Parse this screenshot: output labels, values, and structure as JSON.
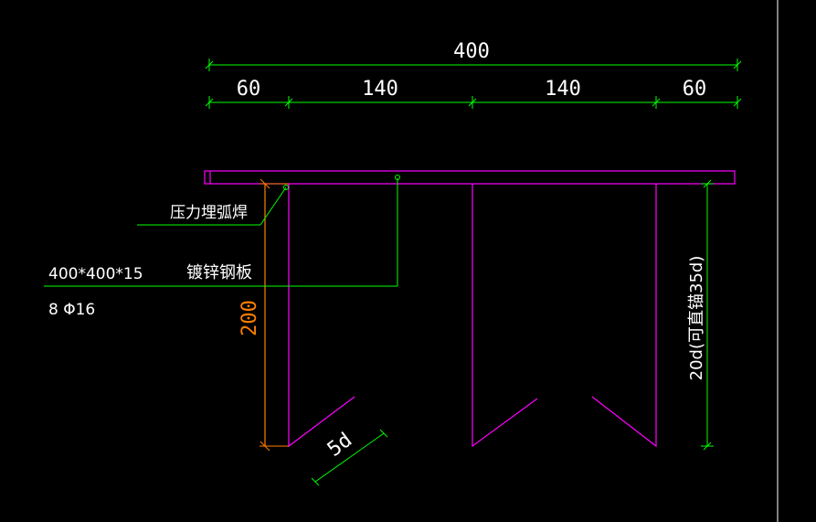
{
  "dimensions": {
    "total": "400",
    "segments": [
      "60",
      "140",
      "140",
      "60"
    ]
  },
  "labels": {
    "weld": "压力埋弧焊",
    "plate_size": "400*400*15",
    "plate_name": "镀锌钢板",
    "rebar": "8 Φ16",
    "anchor_len": "200",
    "hook_len": "5d",
    "right_len": "20d(可直锚35d)"
  },
  "colors": {
    "background": "#000000",
    "dimension": "#00ff00",
    "geometry": "#ff00ff",
    "leader": "#00ff00",
    "orange_dim": "#ff7f00",
    "text": "#ffffff"
  }
}
